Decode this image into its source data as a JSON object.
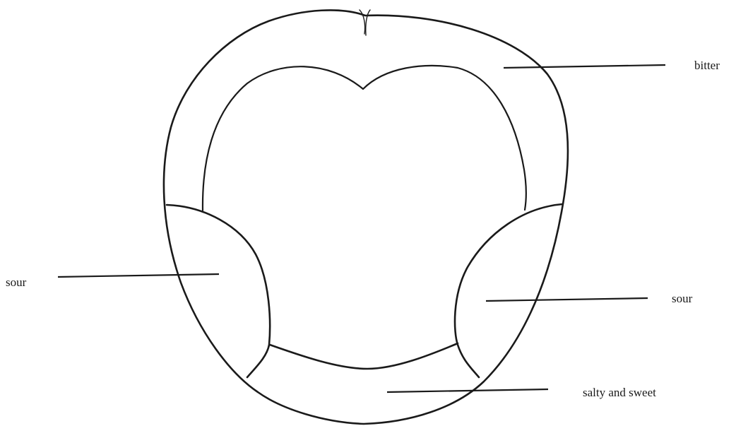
{
  "diagram": {
    "labels": {
      "bitter": "bitter",
      "sour_left": "sour",
      "sour_right": "sour",
      "salty_sweet": "salty and sweet"
    }
  }
}
